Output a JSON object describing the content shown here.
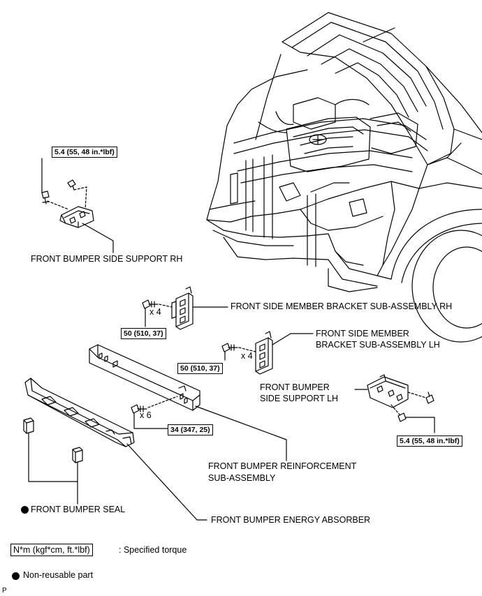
{
  "labels": {
    "side_support_rh": "FRONT BUMPER SIDE SUPPORT RH",
    "bracket_rh": "FRONT SIDE MEMBER BRACKET SUB-ASSEMBLY RH",
    "bracket_lh_line1": "FRONT SIDE MEMBER",
    "bracket_lh_line2": "BRACKET SUB-ASSEMBLY LH",
    "side_support_lh_line1": "FRONT BUMPER",
    "side_support_lh_line2": "SIDE SUPPORT LH",
    "reinforcement_line1": "FRONT BUMPER REINFORCEMENT",
    "reinforcement_line2": "SUB-ASSEMBLY",
    "seal": "FRONT BUMPER SEAL",
    "energy_absorber": "FRONT BUMPER ENERGY ABSORBER"
  },
  "torques": {
    "side_support_rh": "5.4 (55, 48 in.*lbf)",
    "bracket_rh": "50 (510, 37)",
    "bracket_lh": "50 (510, 37)",
    "reinforcement": "34 (347, 25)",
    "side_support_lh": "5.4 (55, 48 in.*lbf)"
  },
  "quantities": {
    "bracket_rh": "x 4",
    "bracket_lh": "x 4",
    "reinforcement": "x 6"
  },
  "legend": {
    "torque_unit": "N*m (kgf*cm, ft.*lbf)",
    "torque_desc": ": Specified torque",
    "non_reusable": "Non-reusable part"
  },
  "corner_mark": "P"
}
